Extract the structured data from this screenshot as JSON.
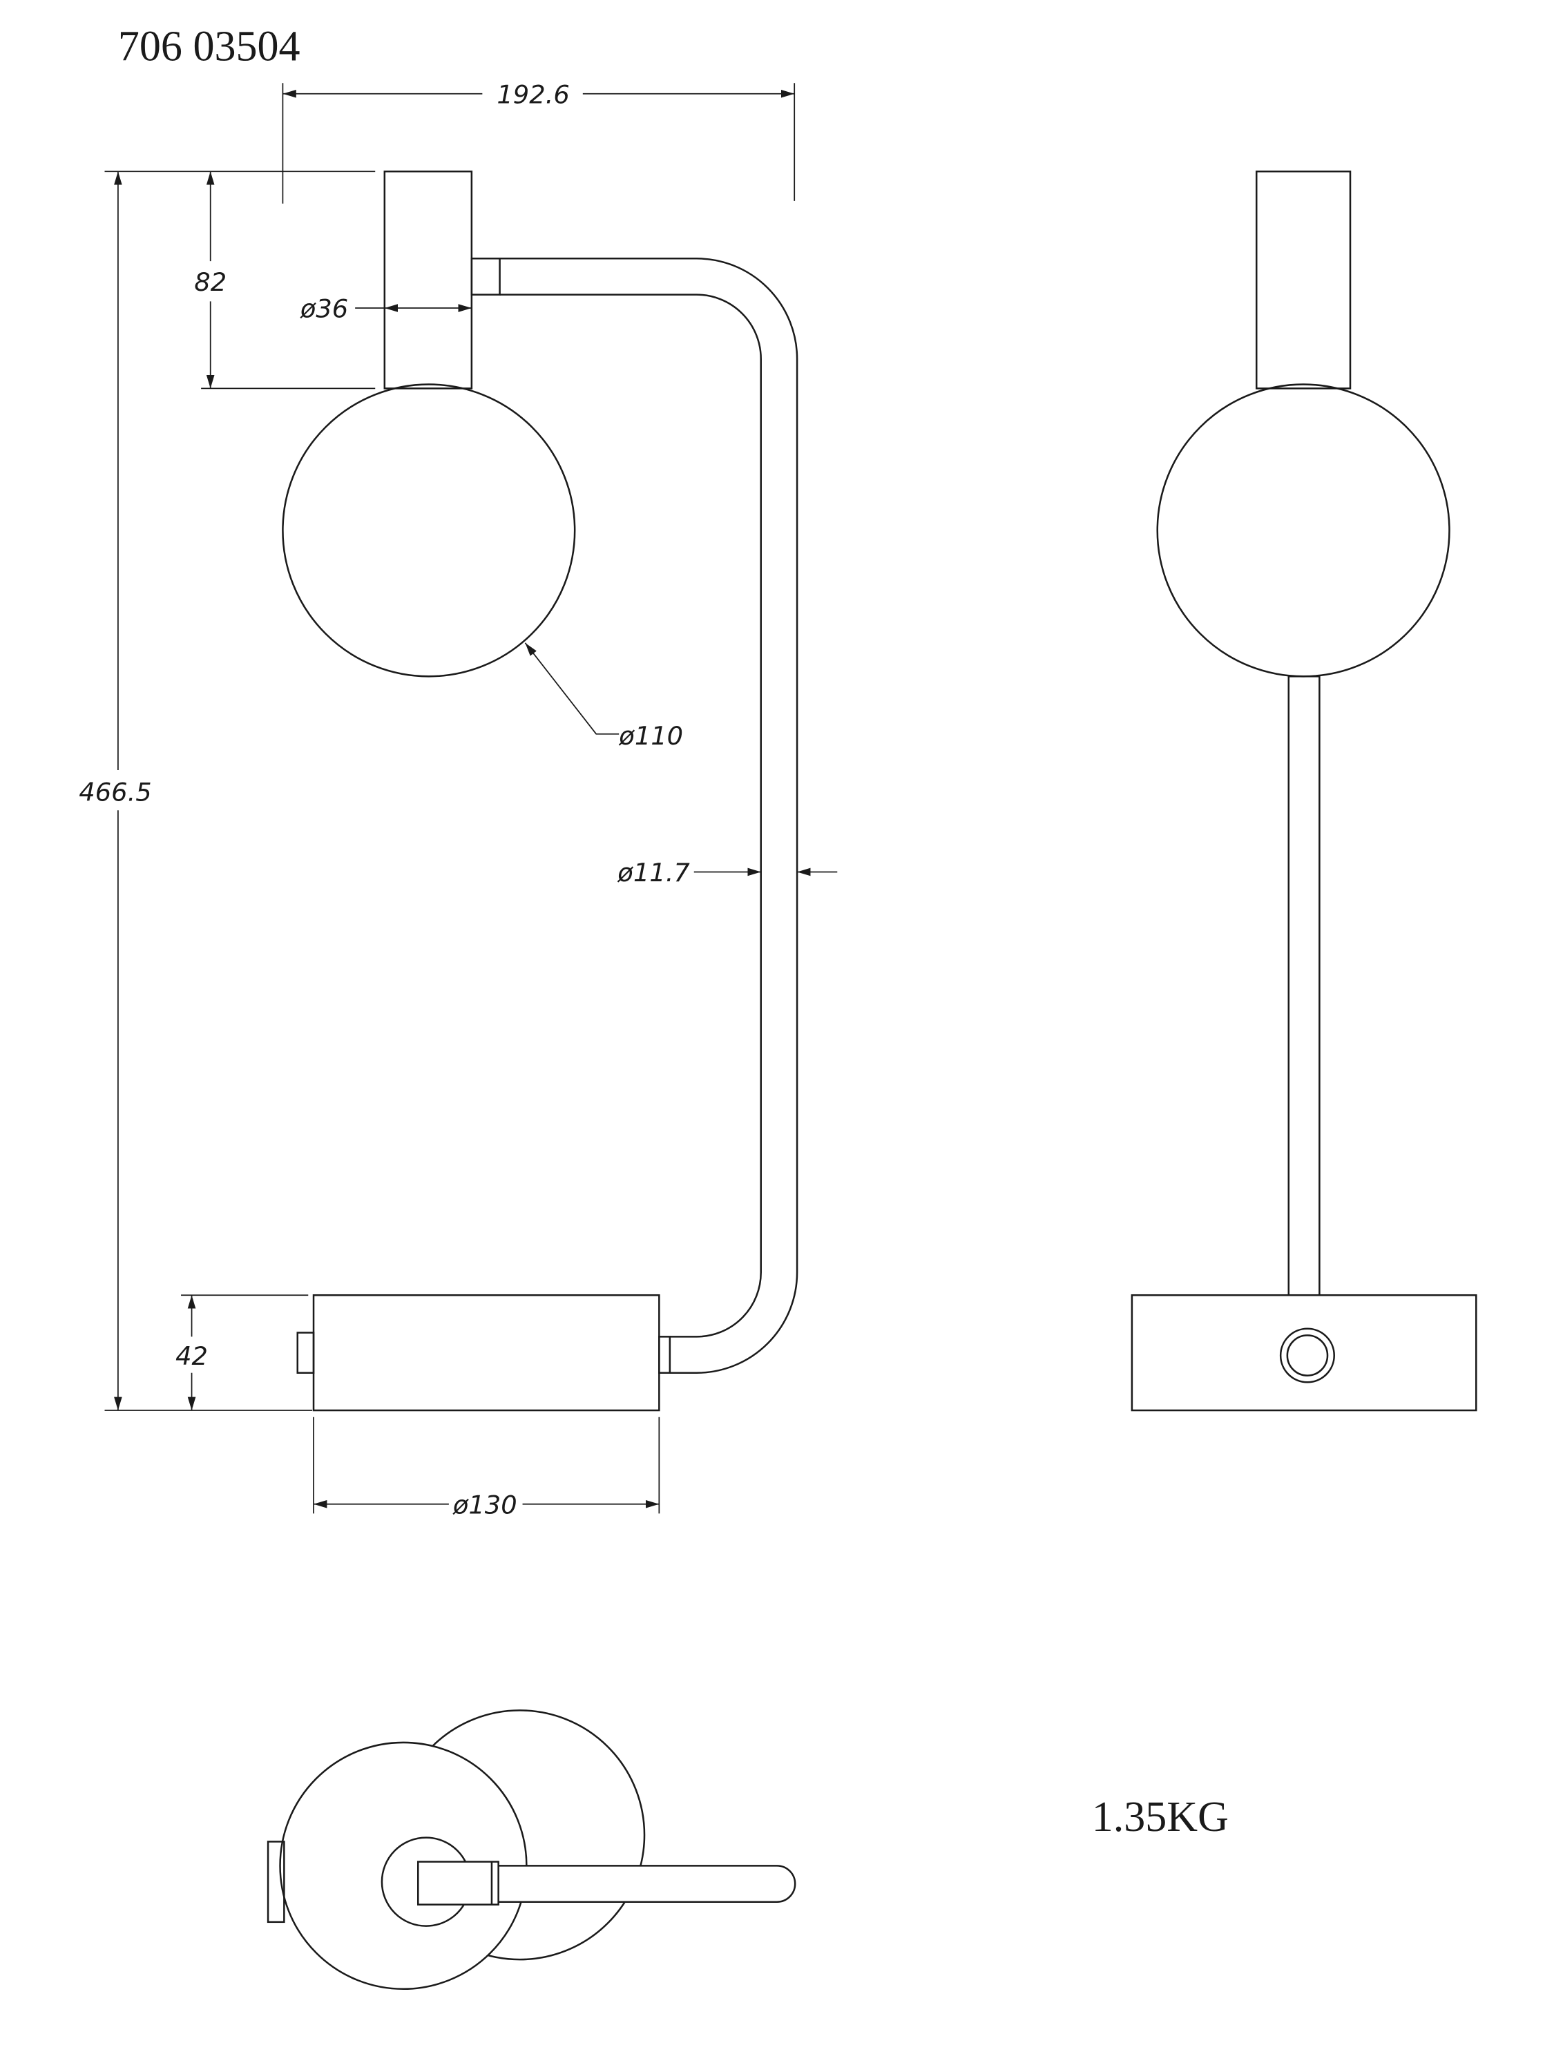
{
  "title": "706 03504",
  "weight": "1.35KG",
  "dimensions": {
    "width_top": "192.6",
    "total_height": "466.5",
    "stem_height": "82",
    "stem_diameter": "ø36",
    "globe_diameter": "ø110",
    "pipe_diameter": "ø11.7",
    "base_height": "42",
    "base_diameter": "ø130"
  }
}
